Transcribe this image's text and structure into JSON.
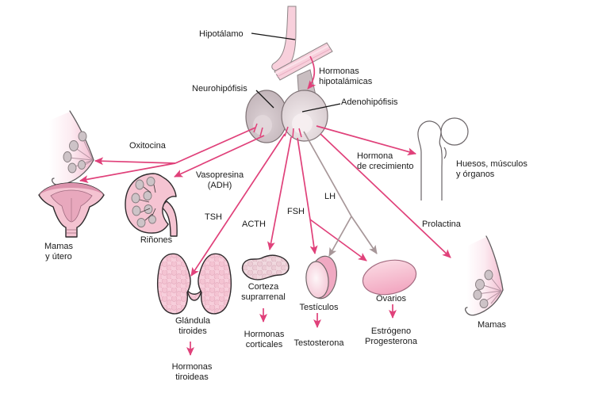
{
  "figure_type": "endocrine-system-diagram",
  "colors": {
    "arrow_pink": "#e0417a",
    "arrow_gray": "#a79799",
    "pointer_black": "#151515",
    "text": "#1a1a1a",
    "organ_pink": "#f5c4d2",
    "organ_pink_light": "#f8d0dc",
    "lobule_gray": "#cdc3c7",
    "gland_left_lobe": "#c5b7bc",
    "gland_right_lobe": "#ddd2d5",
    "background": "#ffffff"
  },
  "labels": {
    "hipotalamo": {
      "lines": [
        "Hipotálamo"
      ]
    },
    "hormonas_hipotalamicas": {
      "lines": [
        "Hormonas",
        "hipotalámicas"
      ]
    },
    "neurohipofisis": {
      "lines": [
        "Neurohipófisis"
      ]
    },
    "adenohipofisis": {
      "lines": [
        "Adenohipófisis"
      ]
    },
    "oxitocina": {
      "lines": [
        "Oxitocina"
      ]
    },
    "vasopresina": {
      "lines": [
        "Vasopresina",
        "(ADH)"
      ]
    },
    "tsh": {
      "lines": [
        "TSH"
      ]
    },
    "acth": {
      "lines": [
        "ACTH"
      ]
    },
    "fsh": {
      "lines": [
        "FSH"
      ]
    },
    "lh": {
      "lines": [
        "LH"
      ]
    },
    "hormona_crecimiento": {
      "lines": [
        "Hormona",
        "de crecimiento"
      ]
    },
    "huesos": {
      "lines": [
        "Huesos, músculos",
        "y órganos"
      ]
    },
    "prolactina": {
      "lines": [
        "Prolactina"
      ]
    },
    "mamas_utero": {
      "lines": [
        "Mamas",
        "y útero"
      ]
    },
    "rinones": {
      "lines": [
        "Riñones"
      ]
    },
    "glandula_tiroides": {
      "lines": [
        "Glándula",
        "tiroides"
      ]
    },
    "hormonas_tiroideas": {
      "lines": [
        "Hormonas",
        "tiroideas"
      ]
    },
    "corteza_suprarrenal": {
      "lines": [
        "Corteza",
        "suprarrenal"
      ]
    },
    "hormonas_corticales": {
      "lines": [
        "Hormonas",
        "corticales"
      ]
    },
    "testiculos": {
      "lines": [
        "Testículos"
      ]
    },
    "testosterona": {
      "lines": [
        "Testosterona"
      ]
    },
    "ovarios": {
      "lines": [
        "Ovarios"
      ]
    },
    "estrogeno_progesterona": {
      "lines": [
        "Estrógeno",
        "Progesterona"
      ]
    },
    "mamas": {
      "lines": [
        "Mamas"
      ]
    }
  },
  "connections": [
    {
      "hormone": "Hormonas hipotalámicas",
      "from": "Hipotálamo",
      "to": "Adenohipófisis",
      "color": "pink"
    },
    {
      "hormone": "Oxitocina",
      "from": "Neurohipófisis",
      "to": "Mamas y útero",
      "color": "pink"
    },
    {
      "hormone": "Vasopresina (ADH)",
      "from": "Neurohipófisis",
      "to": "Riñones",
      "color": "pink"
    },
    {
      "hormone": "TSH",
      "from": "Adenohipófisis",
      "to": "Glándula tiroides",
      "color": "pink"
    },
    {
      "hormone": "ACTH",
      "from": "Adenohipófisis",
      "to": "Corteza suprarrenal",
      "color": "pink"
    },
    {
      "hormone": "FSH",
      "from": "Adenohipófisis",
      "to": "Testículos y Ovarios",
      "color": "pink"
    },
    {
      "hormone": "LH",
      "from": "Adenohipófisis",
      "to": "Testículos y Ovarios",
      "color": "gray"
    },
    {
      "hormone": "Hormona de crecimiento",
      "from": "Adenohipófisis",
      "to": "Huesos, músculos y órganos",
      "color": "pink"
    },
    {
      "hormone": "Prolactina",
      "from": "Adenohipófisis",
      "to": "Mamas",
      "color": "pink"
    }
  ],
  "outputs": [
    {
      "organ": "Glándula tiroides",
      "produces": "Hormonas tiroideas"
    },
    {
      "organ": "Corteza suprarrenal",
      "produces": "Hormonas corticales"
    },
    {
      "organ": "Testículos",
      "produces": "Testosterona"
    },
    {
      "organ": "Ovarios",
      "produces": "Estrógeno Progesterona"
    }
  ]
}
